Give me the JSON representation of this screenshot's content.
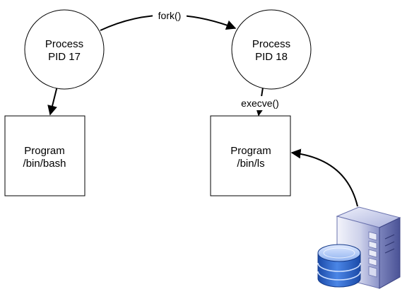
{
  "nodes": {
    "process_17": {
      "line1": "Process",
      "line2": "PID 17"
    },
    "process_18": {
      "line1": "Process",
      "line2": "PID 18"
    },
    "program_bash": {
      "line1": "Program",
      "line2": "/bin/bash"
    },
    "program_ls": {
      "line1": "Program",
      "line2": "/bin/ls"
    },
    "storage": {
      "icon": "server-database-icon"
    }
  },
  "edges": {
    "fork": {
      "label": "fork()"
    },
    "execve": {
      "label": "execve()"
    }
  },
  "colors": {
    "stroke": "#000000",
    "background": "#ffffff",
    "server_body": "#8a92c8",
    "database": "#2f63c8"
  }
}
